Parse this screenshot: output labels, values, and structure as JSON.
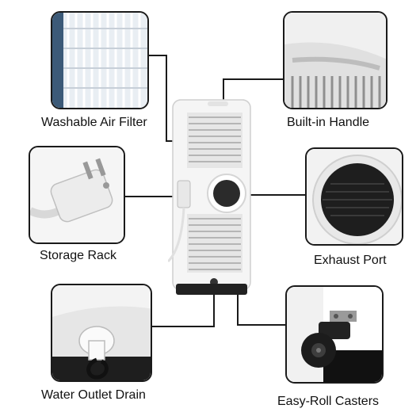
{
  "features": {
    "air_filter": "Washable Air Filter",
    "handle": "Built-in Handle",
    "storage_rack": "Storage Rack",
    "exhaust_port": "Exhaust Port",
    "drain": "Water Outlet Drain",
    "casters": "Easy-Roll Casters"
  }
}
